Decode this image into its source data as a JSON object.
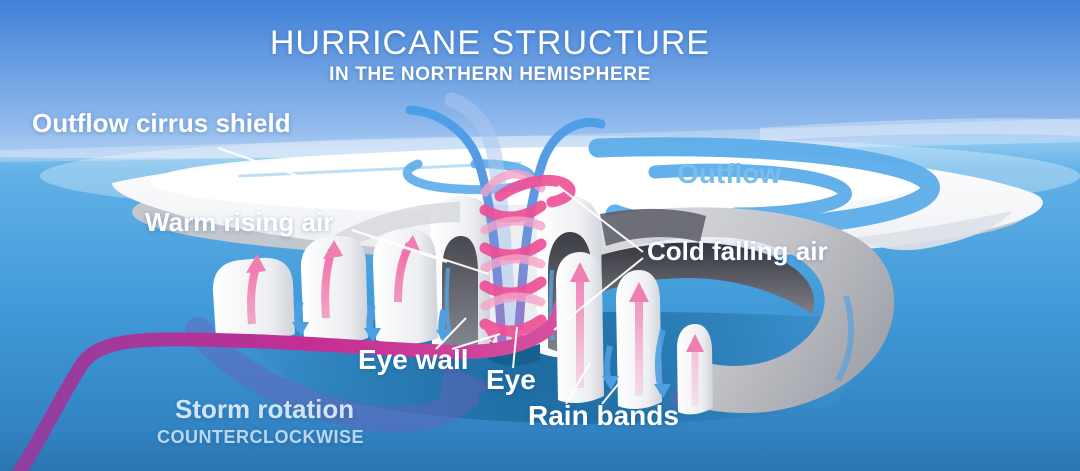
{
  "title": {
    "text": "HURRICANE STRUCTURE",
    "subtitle": "IN THE NORTHERN HEMISPHERE"
  },
  "labels": {
    "outflow_cirrus_shield": "Outflow cirrus shield",
    "warm_rising_air": "Warm rising air",
    "outflow": "Outflow",
    "cold_falling_air": "Cold falling air",
    "eye_wall": "Eye wall",
    "eye": "Eye",
    "rain_bands": "Rain bands",
    "storm_rotation": "Storm rotation",
    "rotation_direction": "COUNTERCLOCKWISE"
  },
  "colors": {
    "sky_top": "#4080d7",
    "sky_horizon": "#d9e9fa",
    "ocean_top": "#7fc0ee",
    "ocean_bottom": "#2a74b0",
    "cloud_white": "#ffffff",
    "dark_cloud": "#2e2f36",
    "warm_air_pink": "#ee4f96",
    "rotation_magenta": "#c42e93",
    "rotation_purple": "#6c5fb7",
    "stream_blue": "#4d9fe6",
    "outflow_text_blue": "#79bdeb"
  }
}
